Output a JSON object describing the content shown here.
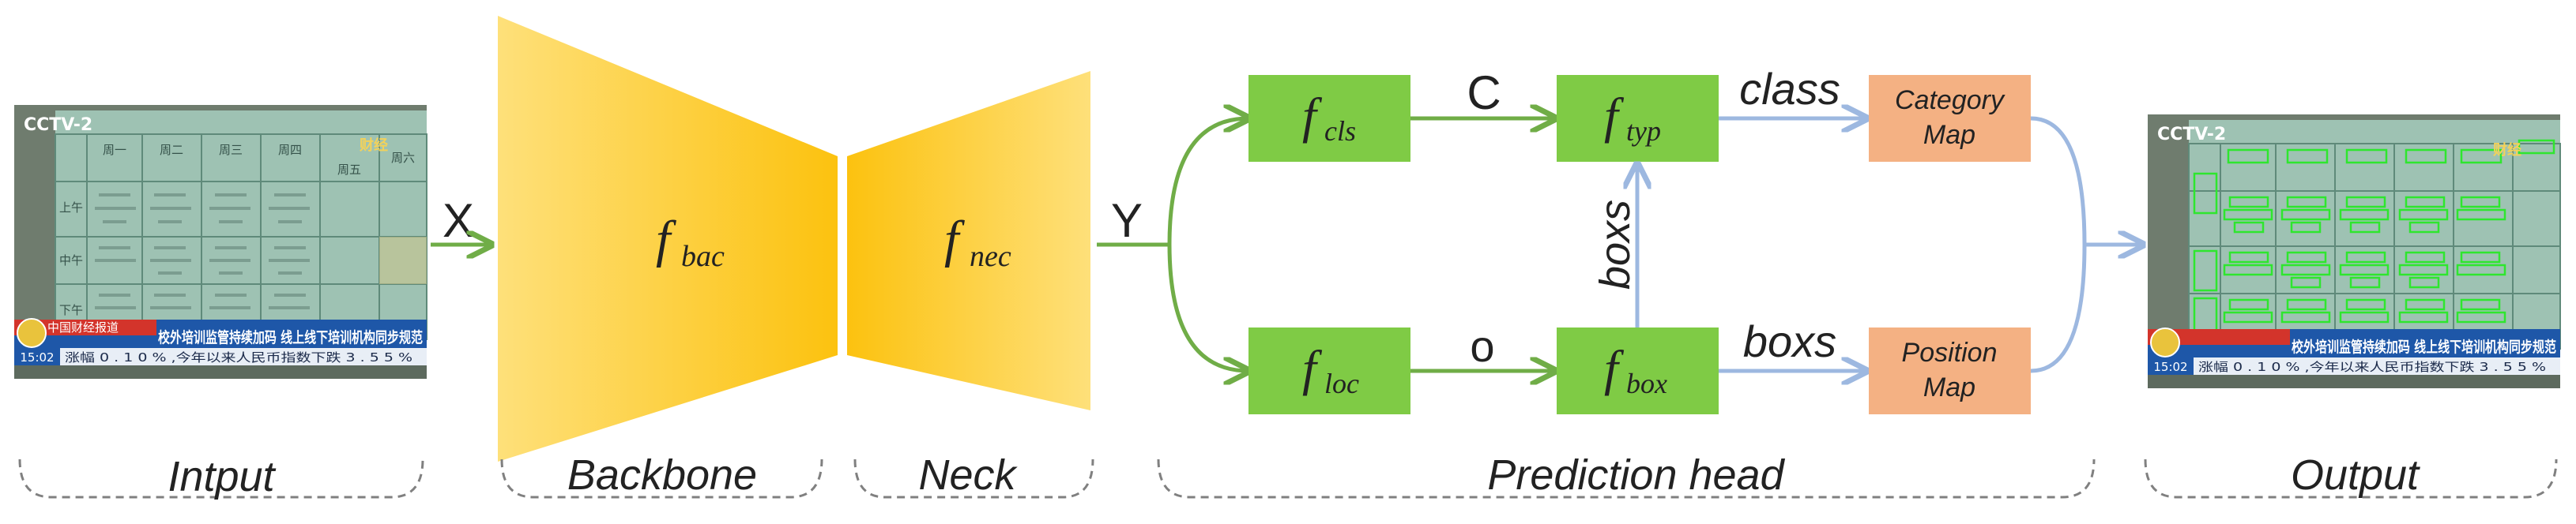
{
  "colors": {
    "backbone": "#fcc20f",
    "backbone_light": "#fee07a",
    "neck": "#fcc20f",
    "green_box": "#7fcb45",
    "orange_box": "#f4b183",
    "green_arrow": "#70ad47",
    "blue_arrow": "#9db8e0",
    "dashed": "#808080"
  },
  "input_image": {
    "logo": "CCTV-2",
    "days": [
      "周一",
      "周二",
      "周三",
      "周四",
      "周五",
      "周六"
    ],
    "periods": [
      "上午",
      "中午",
      "下午"
    ],
    "ticker_time": "15:02",
    "headline": "校外培训监管持续加码 线上线下培训机构同步规范",
    "ticker": "涨幅 0 . 1 0 % ,今年以来人民币指数下跌 3 . 5 5 %",
    "channel": "中国财经报道",
    "corner_logo": "财经"
  },
  "labels": {
    "x": "X",
    "y": "Y",
    "c": "C",
    "o": "o",
    "class": "class",
    "boxs_top": "boxs",
    "boxs_vertical": "boxs"
  },
  "modules": {
    "backbone": {
      "main": "f",
      "sub": "bac"
    },
    "neck": {
      "main": "f",
      "sub": "nec"
    },
    "cls": {
      "main": "f",
      "sub": "cls"
    },
    "typ": {
      "main": "f",
      "sub": "typ"
    },
    "loc": {
      "main": "f",
      "sub": "loc"
    },
    "box": {
      "main": "f",
      "sub": "box"
    }
  },
  "maps": {
    "category": [
      "Category",
      "Map"
    ],
    "position": [
      "Position",
      "Map"
    ]
  },
  "sections": {
    "input": "Intput",
    "backbone": "Backbone",
    "neck": "Neck",
    "head": "Prediction head",
    "output": "Output"
  }
}
